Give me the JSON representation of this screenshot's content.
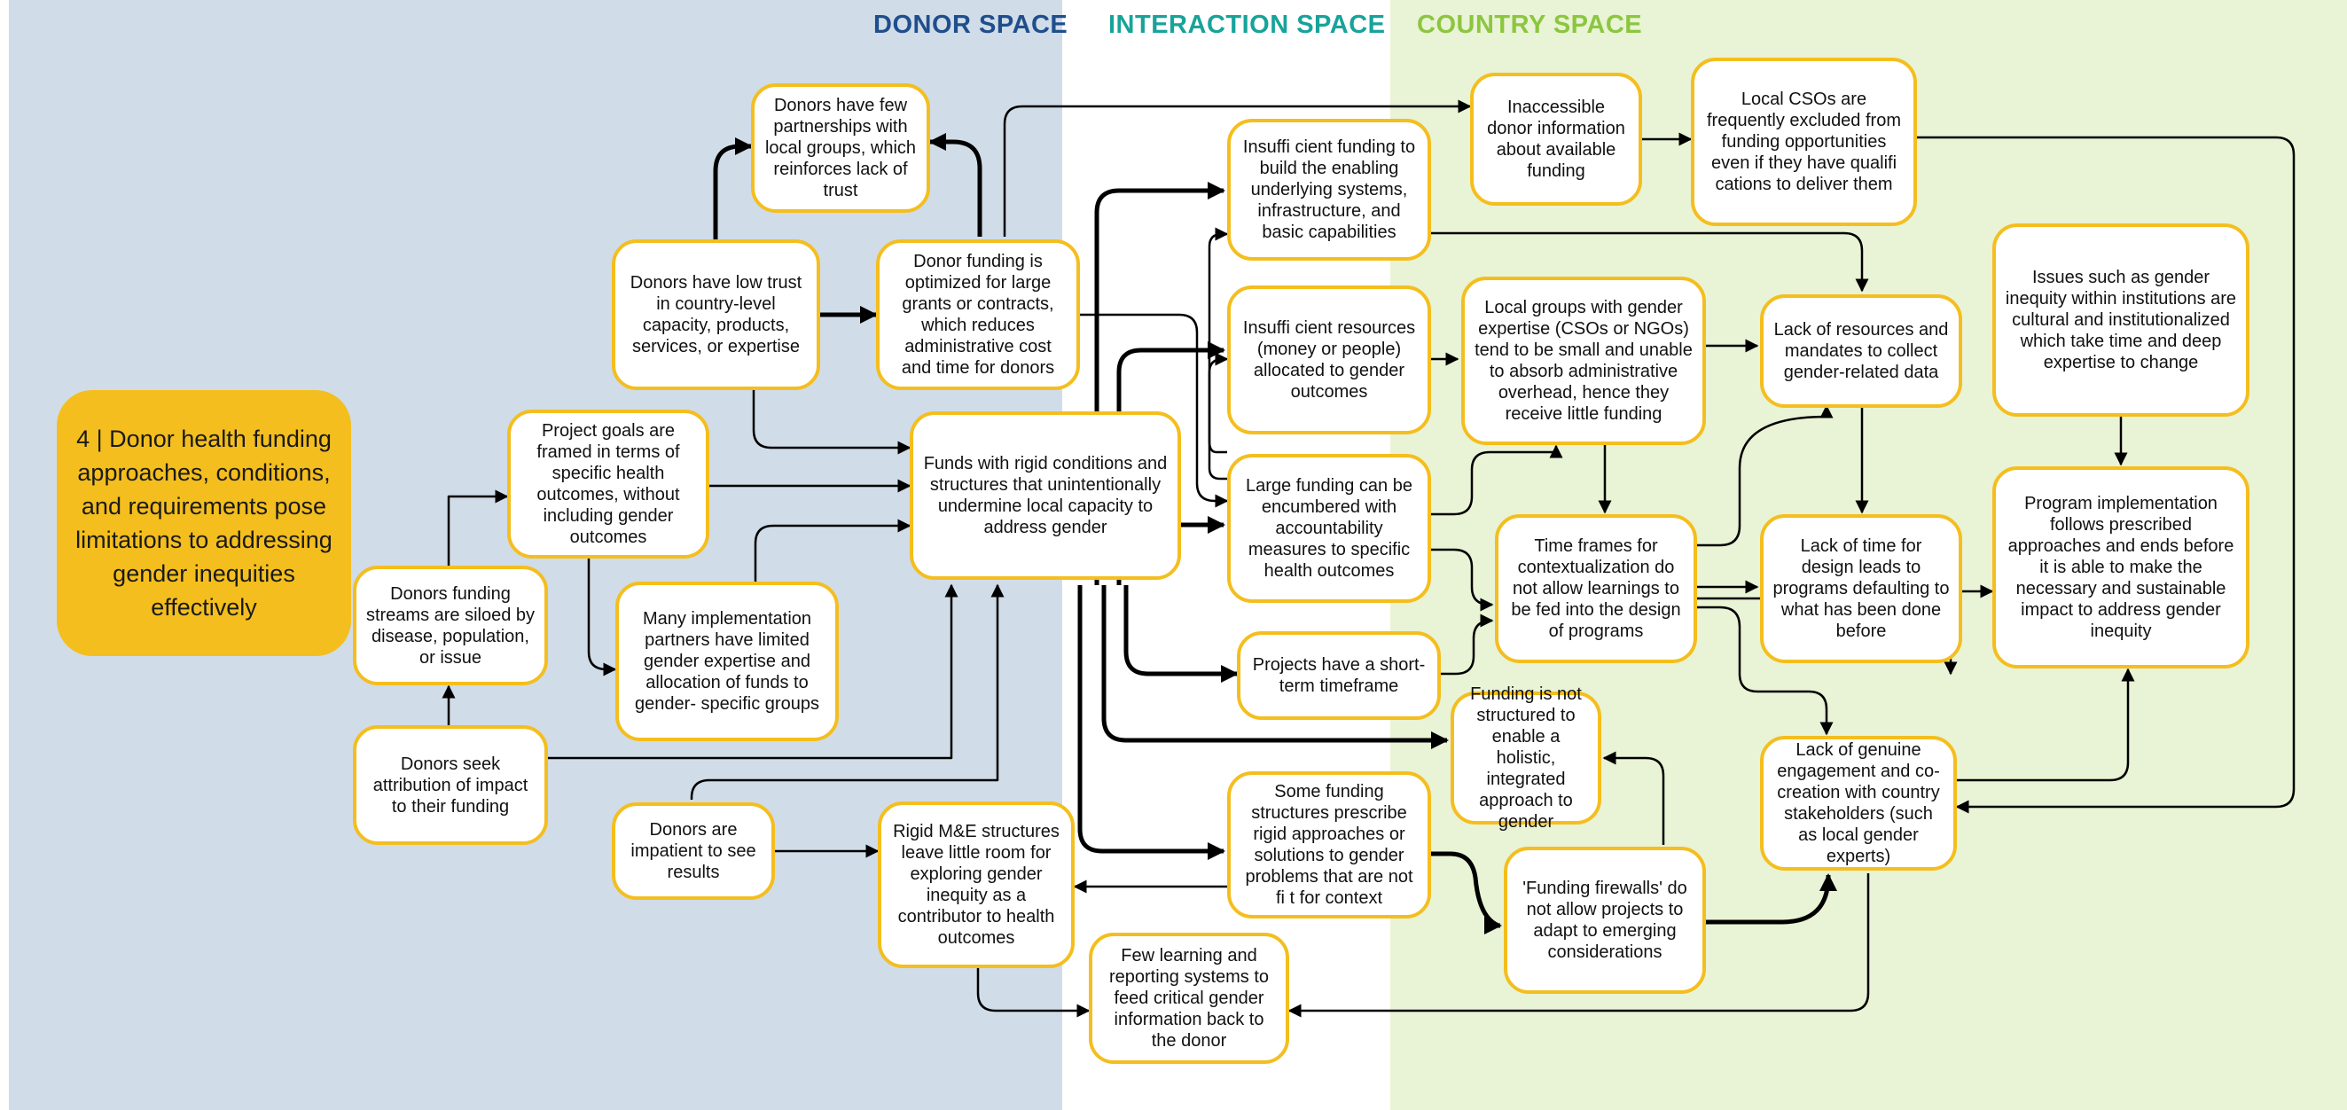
{
  "regions": {
    "donor": {
      "label": "DONOR SPACE",
      "color": "#1f4e8c"
    },
    "interaction": {
      "label": "INTERACTION SPACE",
      "color": "#18a39a"
    },
    "country": {
      "label": "COUNTRY SPACE",
      "color": "#8cc63f"
    }
  },
  "colors": {
    "node_border": "#f4be1e",
    "title_fill": "#f4be1e",
    "arrow": "#000000"
  },
  "nodes": {
    "title": "4 | Donor health funding approaches, conditions, and requirements pose limitations to addressing gender inequities effectively",
    "few_partnerships": "Donors have few partnerships with local groups, which reinforces lack of trust",
    "low_trust": "Donors have low trust in country-level capacity, products, services, or expertise",
    "optimized_funding": "Donor funding is optimized for large grants or contracts, which reduces administrative cost and time for donors",
    "project_goals": "Project goals are framed in terms of specific health outcomes, without including gender outcomes",
    "rigid_funds": "Funds with rigid conditions and structures that unintentionally undermine local capacity to address gender",
    "siloed": "Donors funding streams are siloed by disease, population, or issue",
    "many_partners": "Many implementation partners have limited gender expertise and allocation of funds to gender- specific groups",
    "attribution": "Donors seek attribution of impact to their funding",
    "impatient": "Donors are impatient to see results",
    "rigid_me": "Rigid M&E structures leave little room for exploring gender inequity as a contributor to health outcomes",
    "insufficient_funding": "Insuffi cient funding to build the enabling underlying systems, infrastructure, and basic capabilities",
    "insufficient_resources": "Insuffi cient resources (money or people) allocated to gender outcomes",
    "large_funding": "Large funding can be encumbered with accountability measures to specific health outcomes",
    "short_timeframe": "Projects have a short- term timeframe",
    "prescribe": "Some funding structures prescribe rigid approaches or solutions to gender problems that are not fi t for context",
    "few_learning": "Few learning and reporting systems to feed critical gender information back to the donor",
    "inaccessible": "Inaccessible donor information about available funding",
    "csos_excluded": "Local CSOs are frequently excluded from funding opportunities even if they have qualifi cations to deliver them",
    "local_groups": "Local groups with gender expertise (CSOs or NGOs) tend to be small and unable to absorb administrative overhead, hence they receive little funding",
    "lack_resources": "Lack of resources and mandates to collect gender-related data",
    "issues_cultural": "Issues such as gender inequity within institutions are cultural and institutionalized which take time and deep expertise to change",
    "time_frames": "Time frames for contextualization do not allow learnings to be fed into the design of programs",
    "lack_time": "Lack of time for design leads to programs defaulting to what has been done before",
    "program_impl": "Program implementation follows prescribed approaches and ends before it is able to make the necessary and sustainable impact to address gender inequity",
    "not_structured": "Funding is not structured to enable a holistic, integrated approach to gender",
    "lack_engagement": "Lack of genuine engagement and co-creation with country stakeholders (such as local gender experts)",
    "firewalls": "'Funding firewalls' do not allow projects to adapt to emerging considerations"
  }
}
